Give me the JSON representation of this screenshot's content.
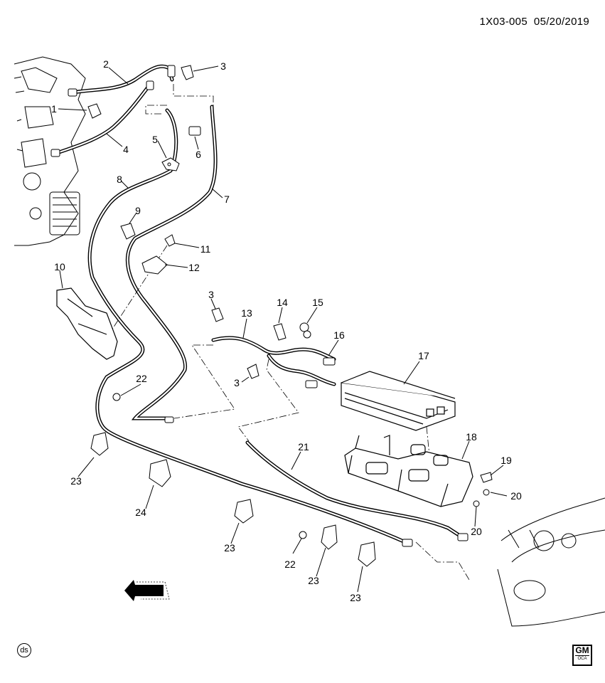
{
  "header": {
    "doc_code": "1X03-005",
    "date": "05/20/2019"
  },
  "callouts": {
    "c1": "1",
    "c2": "2",
    "c3a": "3",
    "c3b": "3",
    "c3c": "3",
    "c4": "4",
    "c5": "5",
    "c6": "6",
    "c7": "7",
    "c8": "8",
    "c9": "9",
    "c10": "10",
    "c11": "11",
    "c12": "12",
    "c13": "13",
    "c14": "14",
    "c15": "15",
    "c16": "16",
    "c17": "17",
    "c18": "18",
    "c19": "19",
    "c20a": "20",
    "c20b": "20",
    "c21": "21",
    "c22a": "22",
    "c22b": "22",
    "c23a": "23",
    "c23b": "23",
    "c23c": "23",
    "c23d": "23",
    "c24": "24"
  },
  "direction_label": "FRT",
  "footer": {
    "ds_mark": "ds",
    "logo_text": "GM",
    "logo_sub": "OCA"
  }
}
